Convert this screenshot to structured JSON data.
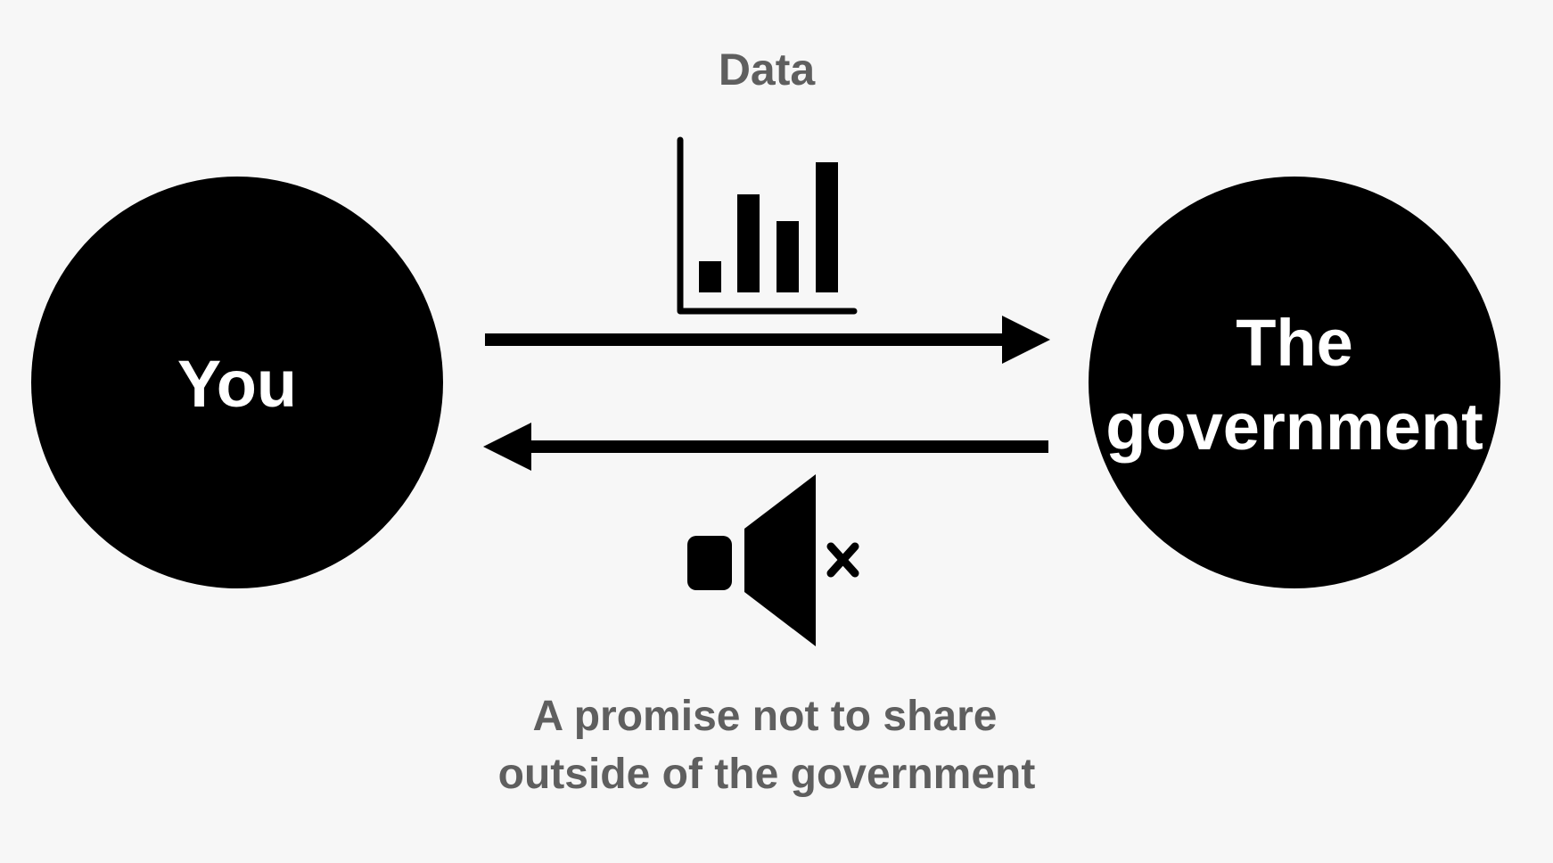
{
  "diagram": {
    "top_label": "Data",
    "left_node": {
      "label": "You"
    },
    "right_node": {
      "label_line1": "The",
      "label_line2": "government"
    },
    "bottom_label_line1": "A promise not to share",
    "bottom_label_line2": "outside of the government",
    "icons": {
      "top": "bar-chart-icon",
      "bottom": "speaker-muted-icon"
    },
    "colors": {
      "background": "#f7f7f7",
      "node_fill": "#000000",
      "node_text": "#ffffff",
      "caption_text": "#5f5f5f",
      "line": "#000000"
    }
  }
}
